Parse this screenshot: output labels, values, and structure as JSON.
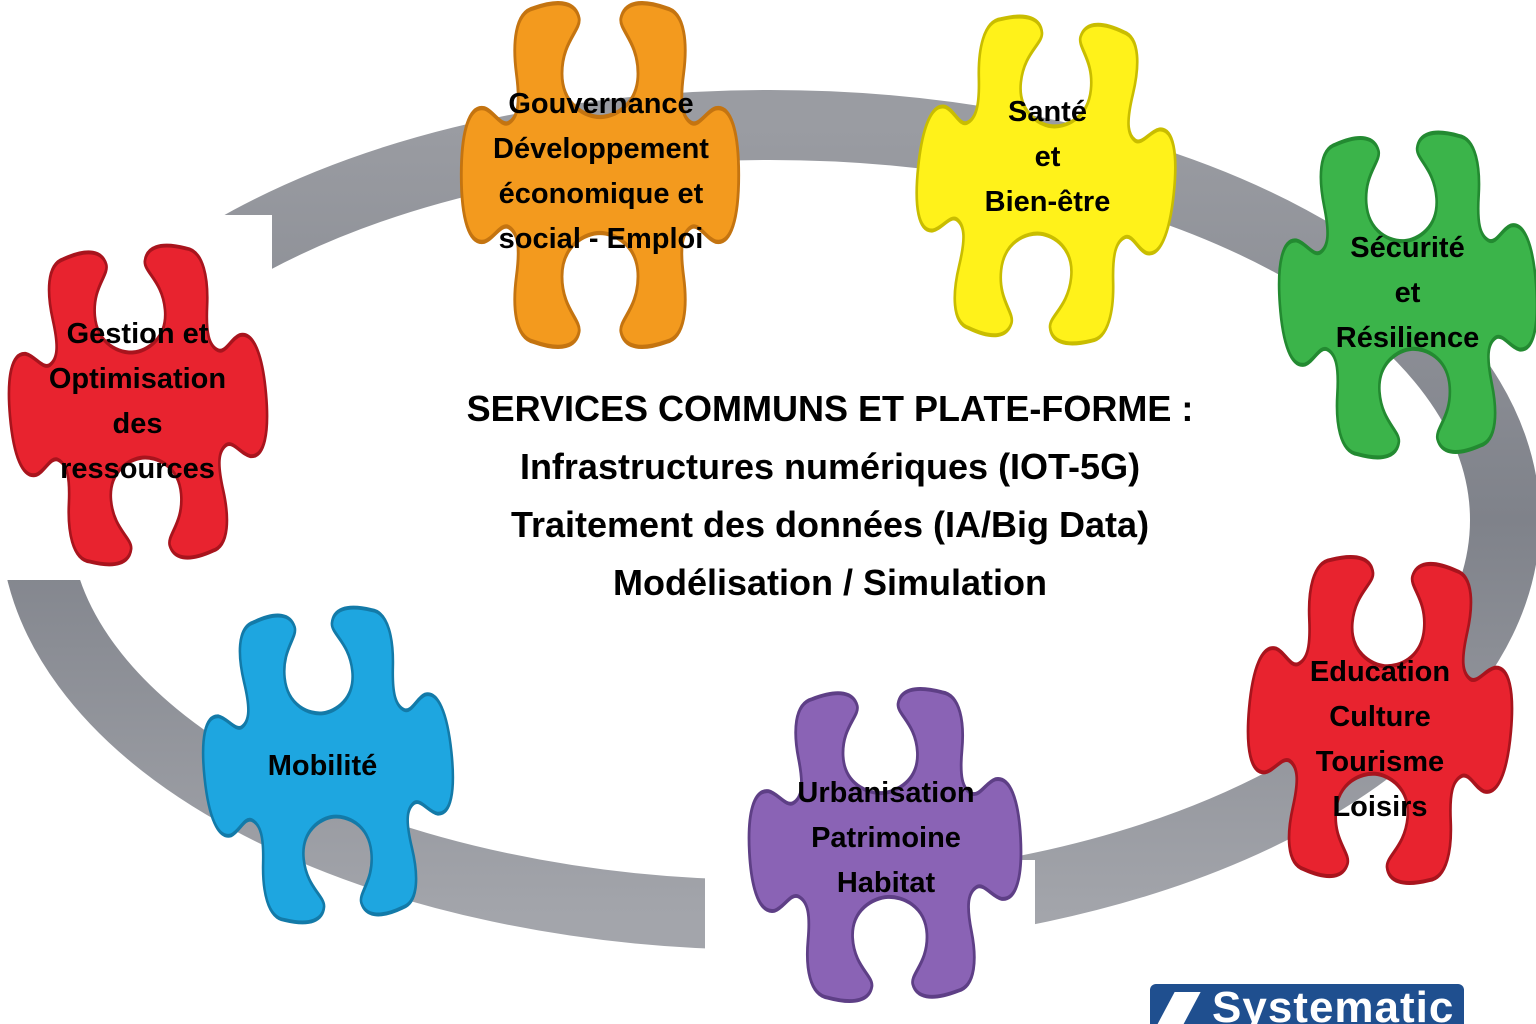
{
  "colors": {
    "ring": "#8a8d94",
    "ring_light": "#a9abb1",
    "orange": "#f39a1e",
    "yellow": "#fff21a",
    "green": "#3bb44a",
    "red": "#e8232f",
    "blue": "#1ea6e0",
    "purple": "#8a63b5",
    "logo": "#1f4f8f"
  },
  "center": {
    "lines": [
      "SERVICES COMMUNS ET PLATE-FORME :",
      "Infrastructures numériques (IOT-5G)",
      "Traitement des données (IA/Big Data)",
      "Modélisation / Simulation"
    ]
  },
  "pieces": [
    {
      "id": "gouvernance",
      "color": "#f39a1e",
      "lines": [
        "Gouvernance",
        "Développement",
        "économique et",
        "social - Emploi"
      ]
    },
    {
      "id": "sante",
      "color": "#fff21a",
      "lines": [
        "Santé",
        "et",
        "Bien-être"
      ]
    },
    {
      "id": "securite",
      "color": "#3bb44a",
      "lines": [
        "Sécurité",
        "et",
        "Résilience"
      ]
    },
    {
      "id": "education",
      "color": "#e8232f",
      "lines": [
        "Education",
        "Culture",
        "Tourisme",
        "Loisirs"
      ]
    },
    {
      "id": "urbanisation",
      "color": "#8a63b5",
      "lines": [
        "Urbanisation",
        "Patrimoine",
        "Habitat"
      ]
    },
    {
      "id": "mobilite",
      "color": "#1ea6e0",
      "lines": [
        "Mobilité"
      ]
    },
    {
      "id": "gestion",
      "color": "#e8232f",
      "lines": [
        "Gestion et",
        "Optimisation",
        "des",
        "ressources"
      ]
    }
  ],
  "logo": {
    "text": "Systematic"
  }
}
